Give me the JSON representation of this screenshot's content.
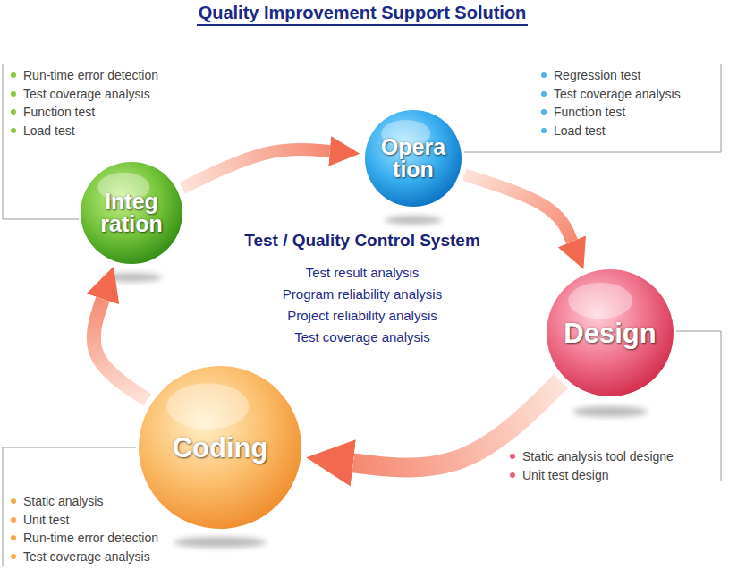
{
  "diagram": {
    "title": "Quality Improvement Support Solution",
    "nodes": [
      {
        "text": [
          "Integ ration"
        ]
      },
      {
        "text": [
          "Opera tion"
        ]
      },
      {
        "text": [
          "Design"
        ]
      },
      {
        "text": [
          "Coding"
        ]
      }
    ],
    "edges": [
      {
        "from": 0,
        "to": 1,
        "arrow": "to"
      },
      {
        "from": 1,
        "to": 2,
        "arrow": "to"
      },
      {
        "from": 2,
        "to": 3,
        "arrow": "to"
      },
      {
        "from": 3,
        "to": 0,
        "arrow": "to"
      }
    ],
    "labels": [
      "Run-time error detection",
      "Test coverage analysis",
      "Function test",
      "Load test",
      "Regression test",
      "Test coverage analysis",
      "Function test",
      "Load test",
      "Test / Quality Control System",
      "Test result analysis",
      "Program reliability analysis",
      "Project reliability analysis",
      "Test coverage analysis",
      "Static analysis tool designe",
      "Unit test design",
      "Static analysis",
      "Unit test",
      "Run-time error detection",
      "Test coverage analysis"
    ]
  }
}
